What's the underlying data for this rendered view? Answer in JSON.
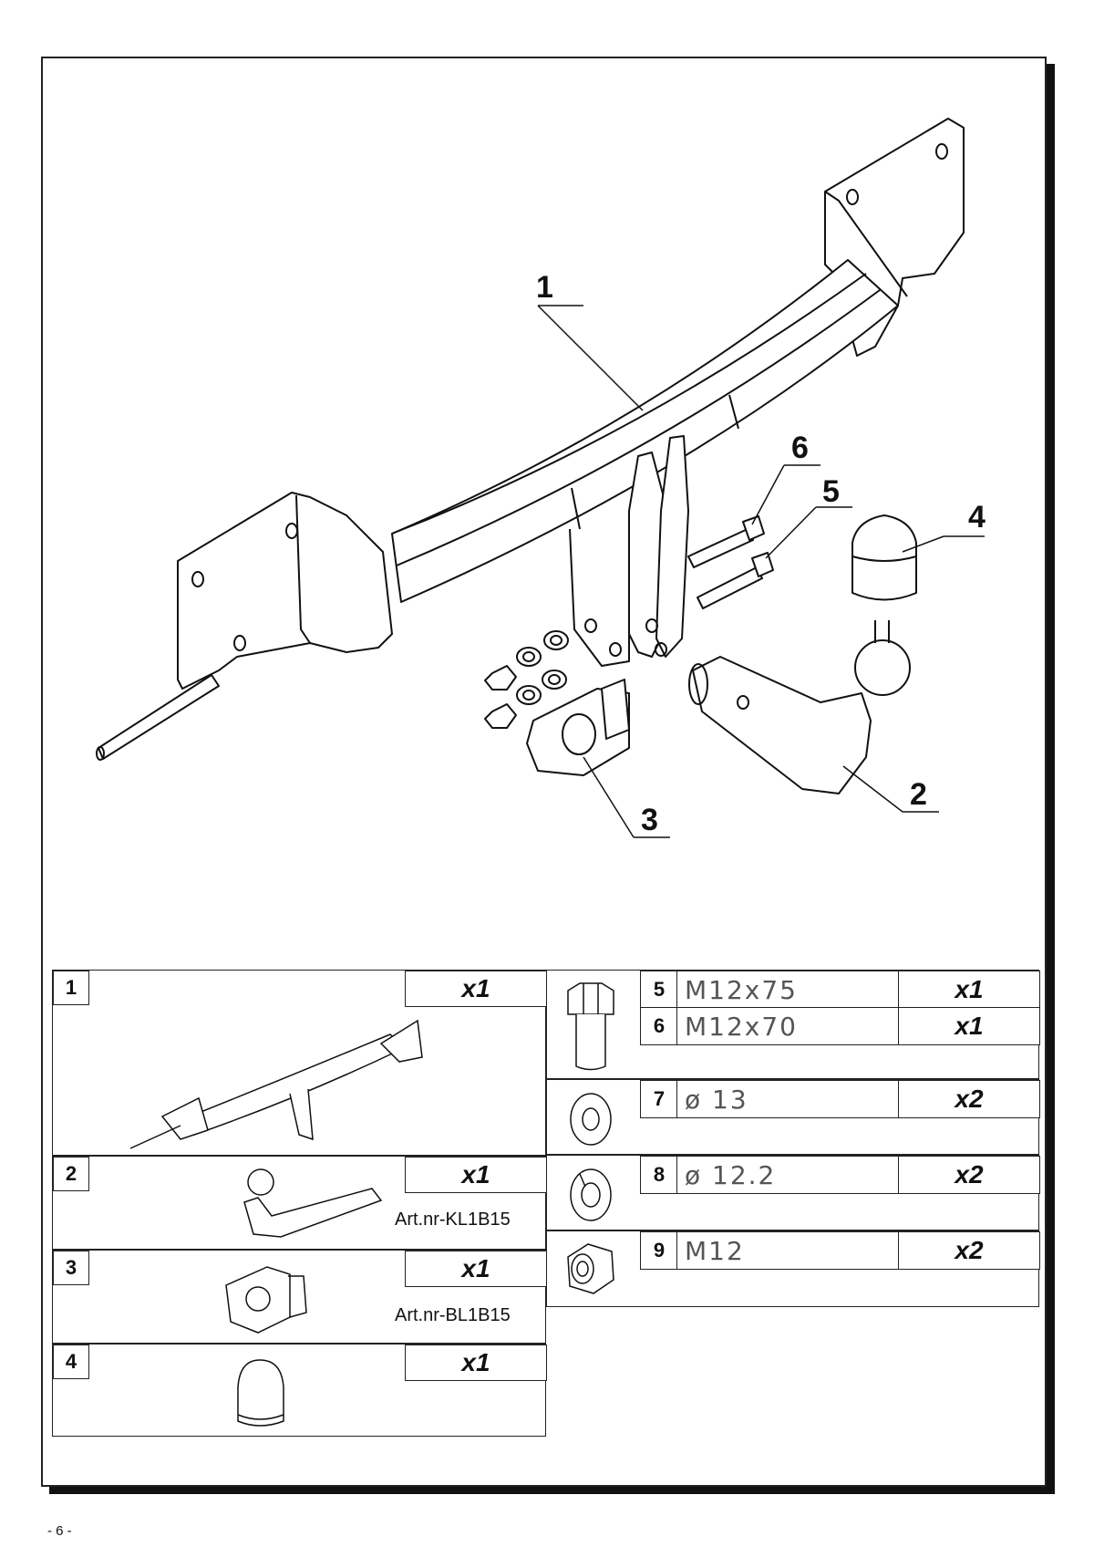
{
  "callouts": [
    "1",
    "2",
    "3",
    "4",
    "5",
    "6"
  ],
  "parts_left": [
    {
      "num": "1",
      "qty": "x1",
      "art": ""
    },
    {
      "num": "2",
      "qty": "x1",
      "art": "Art.nr-KL1B15"
    },
    {
      "num": "3",
      "qty": "x1",
      "art": "Art.nr-BL1B15"
    },
    {
      "num": "4",
      "qty": "x1",
      "art": ""
    }
  ],
  "parts_right": [
    {
      "num": "5",
      "spec": "M12x75",
      "qty": "x1"
    },
    {
      "num": "6",
      "spec": "M12x70",
      "qty": "x1"
    },
    {
      "num": "7",
      "spec": "ø 13",
      "qty": "x2"
    },
    {
      "num": "8",
      "spec": "ø 12.2",
      "qty": "x2"
    },
    {
      "num": "9",
      "spec": "M12",
      "qty": "x2"
    }
  ],
  "page_number": "- 6 -"
}
